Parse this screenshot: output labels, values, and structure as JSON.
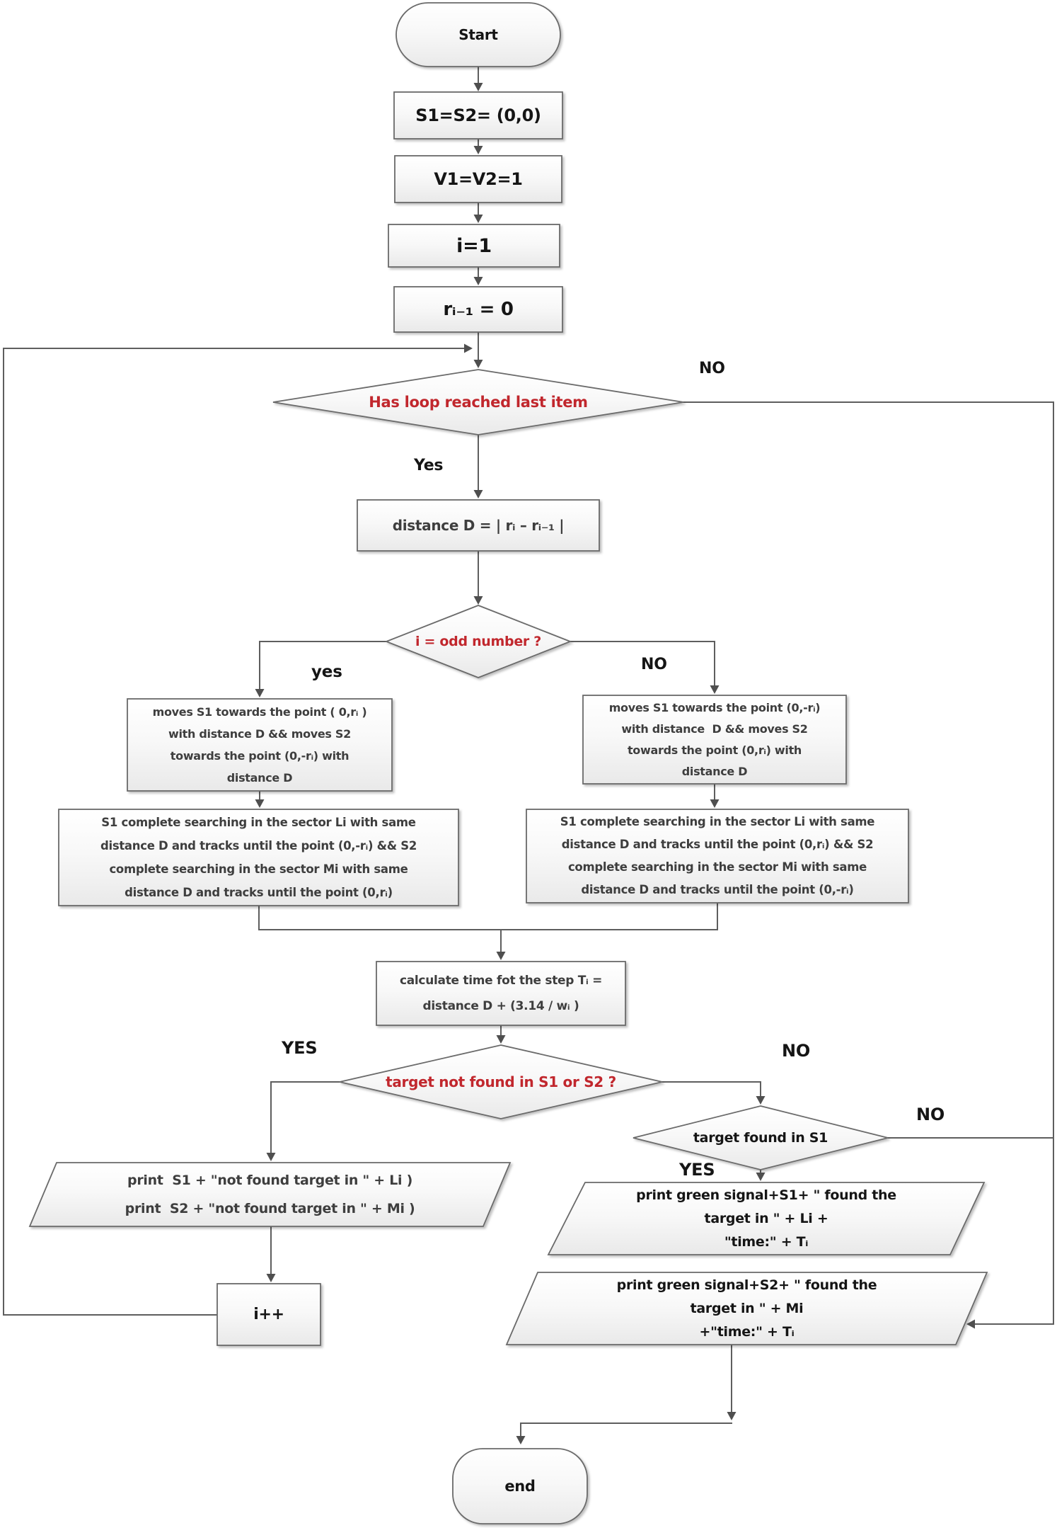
{
  "flowchart": {
    "diagram_type": "flowchart",
    "colors": {
      "decision_text": "#c1272d",
      "normal_text": "#3e3e3e",
      "line": "#5e5e5e",
      "shape_border": "#6a6a6a",
      "shape_fill_top": "#ffffff",
      "shape_fill_bottom": "#e9e9e9"
    },
    "nodes": {
      "start": "Start",
      "init_positions": "S1=S2= (0,0)",
      "init_speeds": "V1=V2=1",
      "init_counter": "i=1",
      "init_radius": "rᵢ₋₁ = 0",
      "loop_check": "Has loop reached last item",
      "distance": "distance D = | rᵢ – rᵢ₋₁ |",
      "odd_check": "i = odd number ?",
      "moves_odd": "moves S1 towards the point ( 0,rᵢ )\nwith distance D && moves S2\ntowards the point (0,-rᵢ) with\ndistance D",
      "moves_even": "moves S1 towards the point (0,-rᵢ)\nwith distance  D && moves S2\ntowards the point (0,rᵢ) with\ndistance D",
      "search_odd": "S1 complete searching in the sector Li with same\ndistance D and tracks until the point (0,-rᵢ) && S2\ncomplete searching in the sector Mi with same\ndistance D and tracks until the point (0,rᵢ)",
      "search_even": "S1 complete searching in the sector Li with same\ndistance D and tracks until the point (0,rᵢ) && S2\ncomplete searching in the sector Mi with same\ndistance D and tracks until the point (0,-rᵢ)",
      "calc_time": "calculate time fot the step Tᵢ =\ndistance D + (3.14 / wᵢ )",
      "not_found_check": "target not found in S1 or S2 ?",
      "print_not_found": "print  S1 + \"not found target in \" + Li )\nprint  S2 + \"not found target in \" + Mi )",
      "increment": "i++",
      "found_s1_check": "target found in S1",
      "print_found_s1": "print green signal+S1+ \" found the\ntarget in \" + Li +\n\"time:\" + Tᵢ",
      "print_found_s2": "print green signal+S2+ \" found the\ntarget in \" + Mi\n+\"time:\" + Tᵢ",
      "end": "end"
    },
    "edge_labels": {
      "loop_yes": "Yes",
      "loop_no": "NO",
      "odd_yes": "yes",
      "odd_no": "NO",
      "not_found_yes": "YES",
      "not_found_no": "NO",
      "found_s1_yes": "YES",
      "found_s1_no": "NO"
    }
  }
}
